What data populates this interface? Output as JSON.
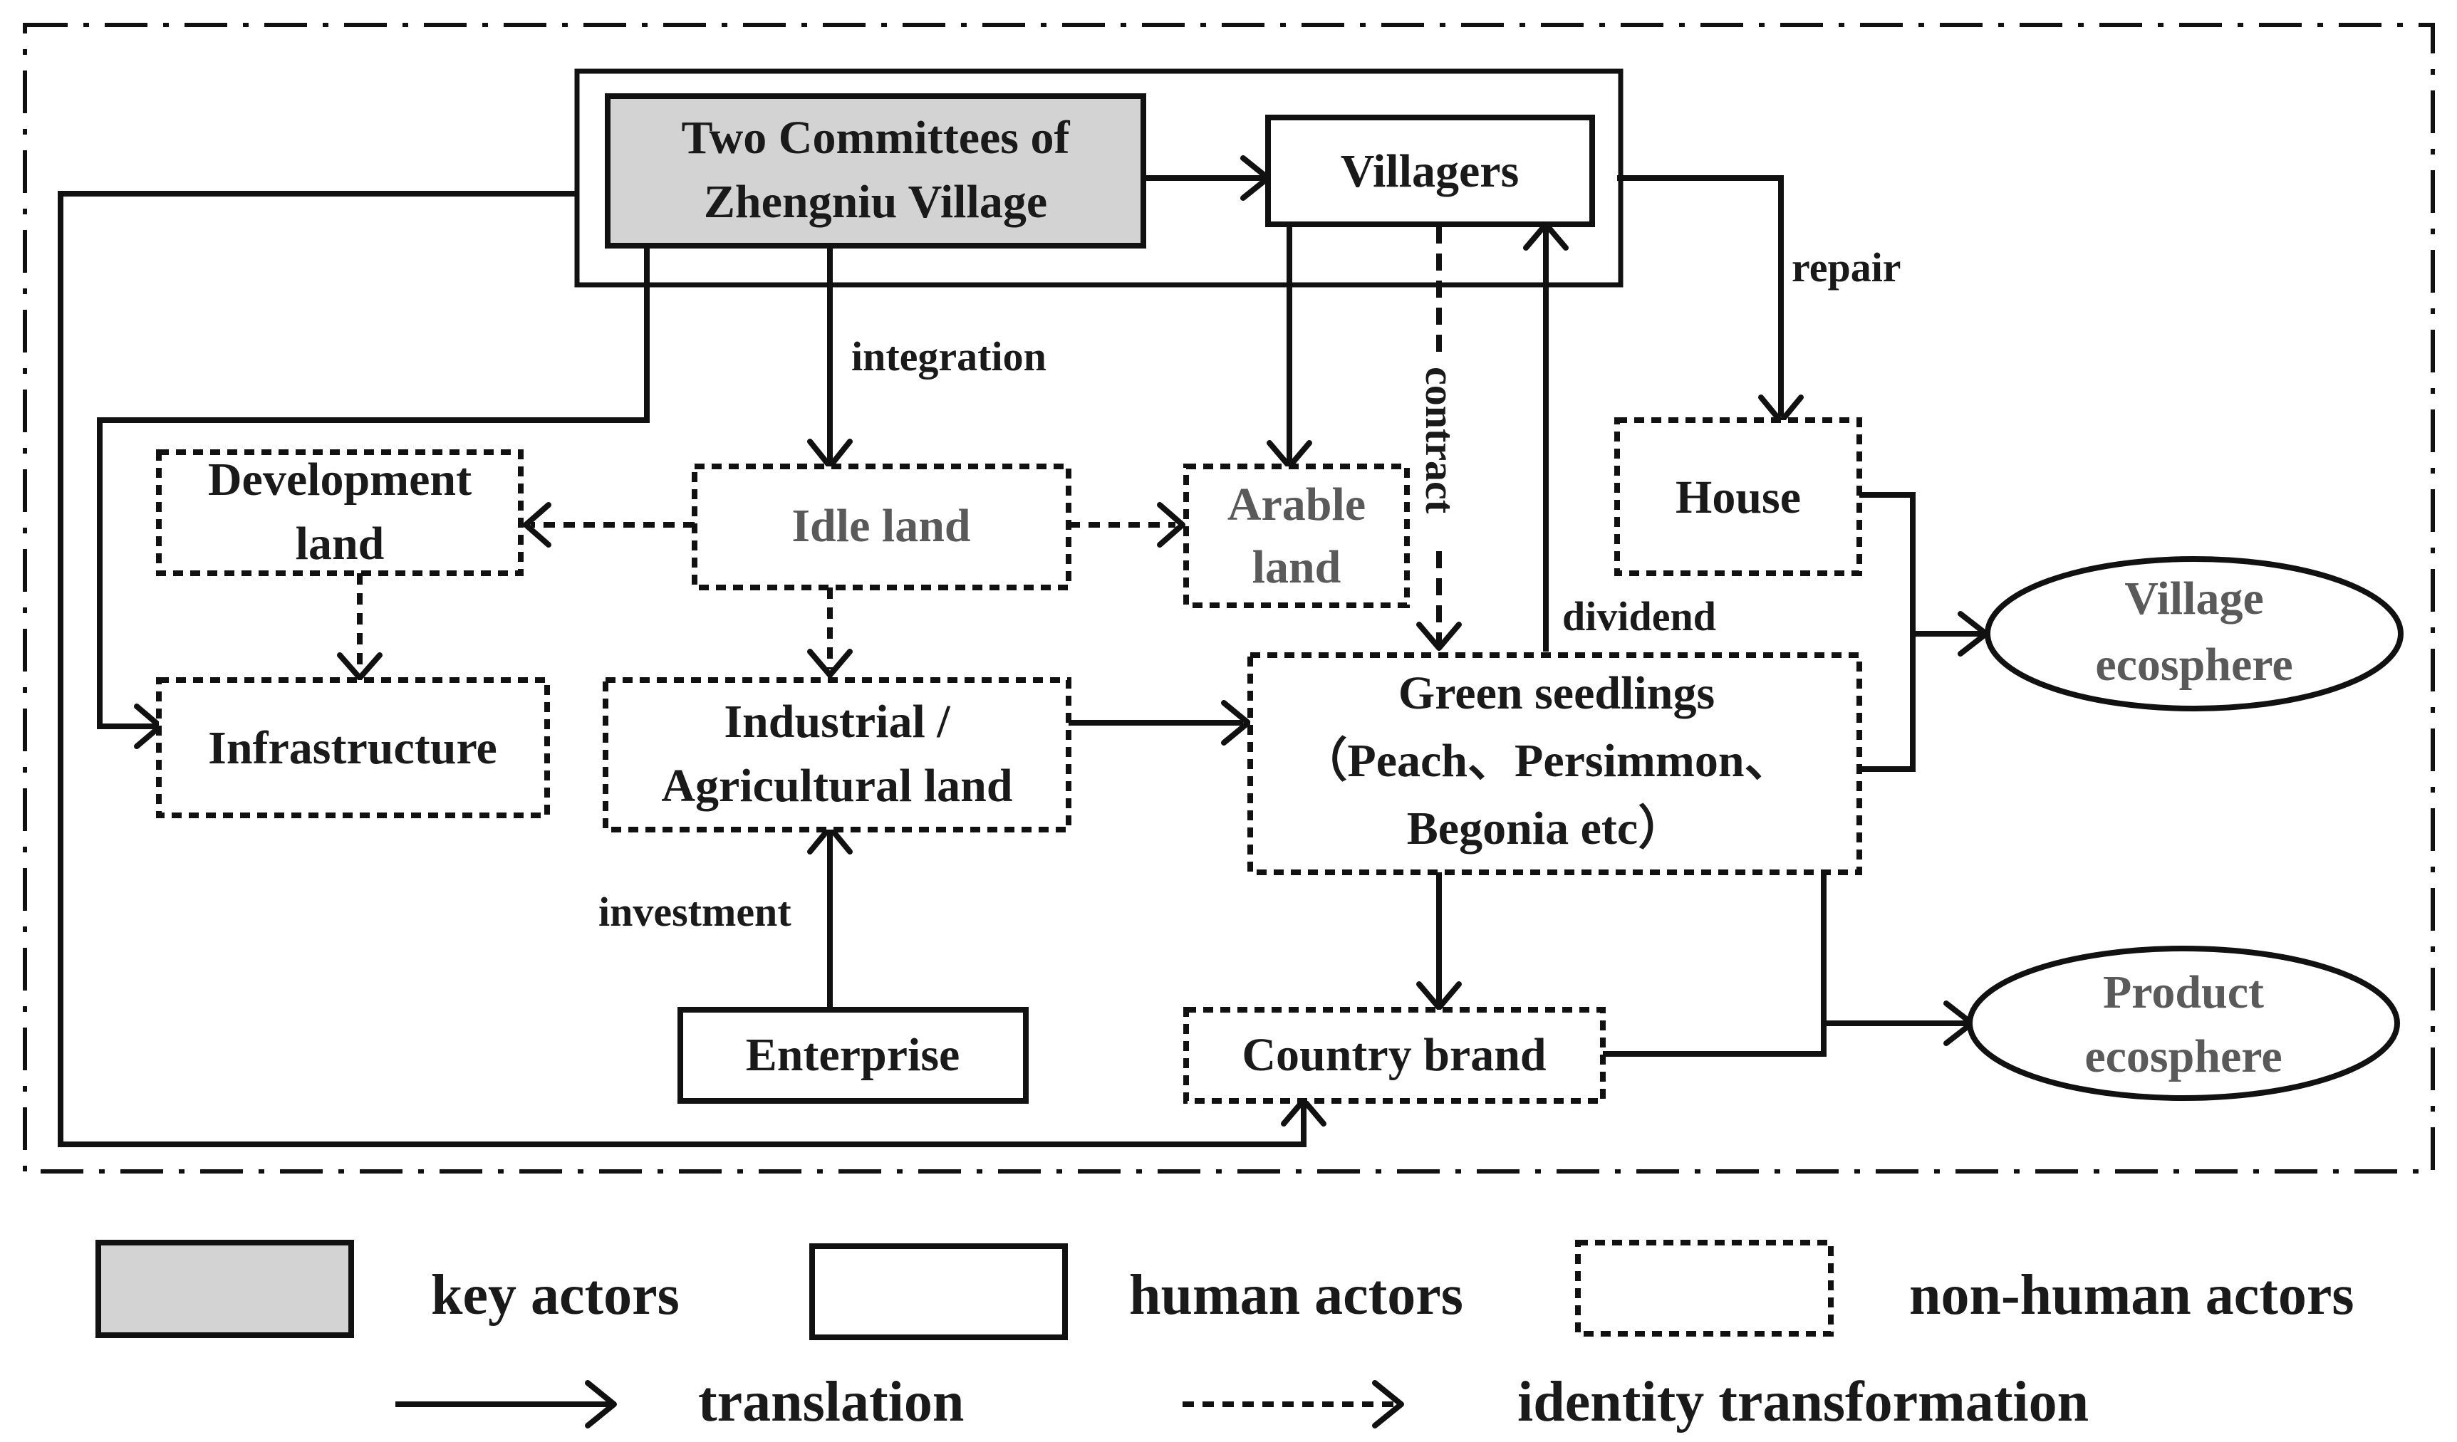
{
  "nodes": {
    "committees": [
      "Two Committees of",
      "Zhengniu Village"
    ],
    "villagers": "Villagers",
    "development_land": [
      "Development",
      "land"
    ],
    "idle_land": "Idle land",
    "arable_land": [
      "Arable",
      "land"
    ],
    "house": "House",
    "infrastructure": "Infrastructure",
    "industrial_land": [
      "Industrial /",
      "Agricultural land"
    ],
    "green_seedlings": [
      "Green seedlings",
      "（Peach、Persimmon、",
      "Begonia etc）"
    ],
    "village_ecosphere": [
      "Village",
      "ecosphere"
    ],
    "product_ecosphere": [
      "Product",
      "ecosphere"
    ],
    "enterprise": "Enterprise",
    "country_brand": "Country brand"
  },
  "edges": {
    "integration": "integration",
    "repair": "repair",
    "contract": "contract",
    "dividend": "dividend",
    "investment": "investment"
  },
  "legend": {
    "key_actors": "key actors",
    "human_actors": "human actors",
    "non_human_actors": "non-human actors",
    "translation": "translation",
    "identity_transformation": "identity transformation"
  },
  "colors": {
    "key_actor_fill": "#d3d3d3",
    "stroke": "#111111"
  }
}
